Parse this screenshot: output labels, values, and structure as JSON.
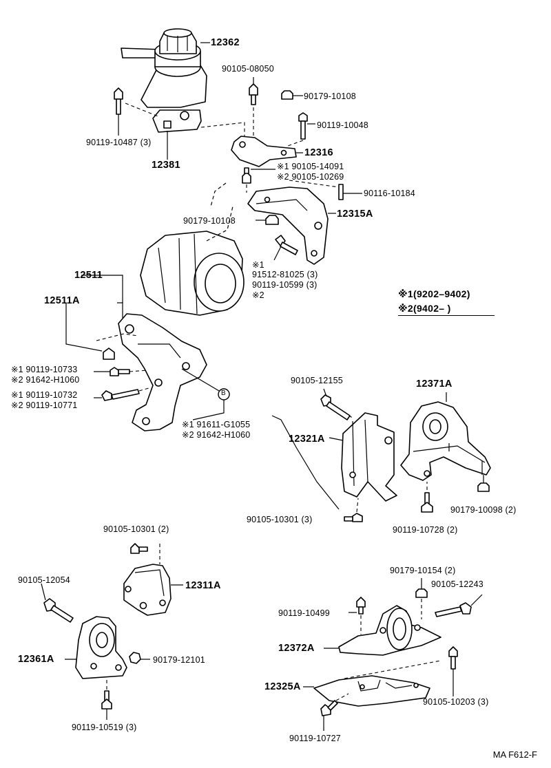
{
  "figure_code": "MA F612-F",
  "legend": [
    {
      "mark": "※1",
      "range": "(9202–9402)"
    },
    {
      "mark": "※2",
      "range": "(9402–       )"
    }
  ],
  "labels": {
    "p12362": "12362",
    "p90105_08050": "90105-08050",
    "p90179_10108_a": "90179-10108",
    "p90119_10048": "90119-10048",
    "p90119_10487": "90119-10487 (3)",
    "p12316": "12316",
    "p12381": "12381",
    "p90105_14091": "※1 90105-14091",
    "p90105_10269": "※2 90105-10269",
    "p90116_10184": "90116-10184",
    "p90179_10108_b": "90179-10108",
    "p12315A": "12315A",
    "p91512_mark": "※1",
    "p91512_81025": "91512-81025 (3)",
    "p90119_10599": "90119-10599 (3)",
    "p90119_10599_mark": "※2",
    "p12511": "12511",
    "p12511A": "12511A",
    "p90119_10733": "※1 90119-10733",
    "p91642_H1060_a": "※2 91642-H1060",
    "p90119_10732": "※1 90119-10732",
    "p90119_10771": "※2 90119-10771",
    "p91611_G1055": "※1 91611-G1055",
    "p91642_H1060_b": "※2 91642-H1060",
    "circle_b": "B",
    "p90105_12155": "90105-12155",
    "p12371A": "12371A",
    "p12321A": "12321A",
    "p90105_10301_3": "90105-10301 (3)",
    "p90119_10728": "90119-10728 (2)",
    "p90179_10098": "90179-10098 (2)",
    "p90105_10301_2": "90105-10301 (2)",
    "p90105_12054": "90105-12054",
    "p12311A": "12311A",
    "p12361A": "12361A",
    "p90179_12101": "90179-12101",
    "p90119_10519": "90119-10519 (3)",
    "p90179_10154": "90179-10154 (2)",
    "p90105_12243": "90105-12243",
    "p90119_10499": "90119-10499",
    "p12372A": "12372A",
    "p12325A": "12325A",
    "p90105_10203": "90105-10203 (3)",
    "p90119_10727": "90119-10727"
  }
}
